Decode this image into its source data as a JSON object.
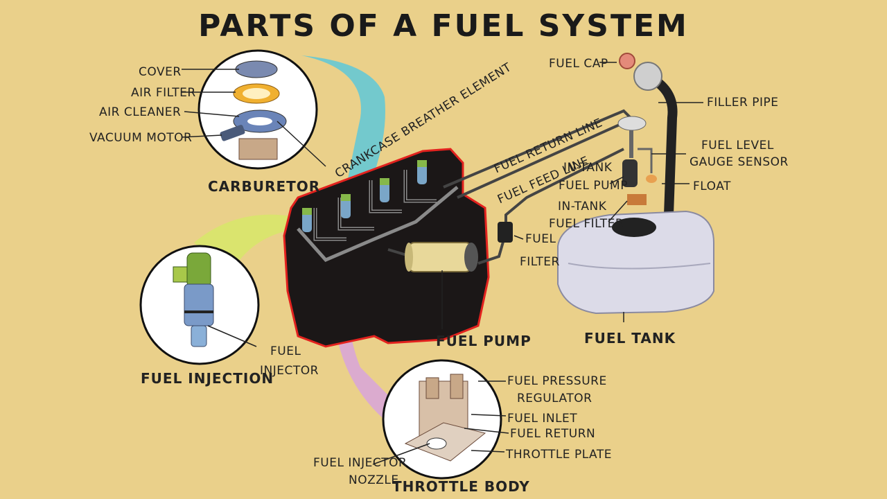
{
  "title": "PARTS OF A FUEL SYSTEM",
  "labels": {
    "cover": "COVER",
    "air_filter": "AIR FILTER",
    "air_cleaner": "AIR CLEANER",
    "vacuum_motor": "VACUUM MOTOR",
    "carburetor": "CARBURETOR",
    "crankcase": "CRANKCASE BREATHER ELEMENT",
    "fuel_return_line": "FUEL RETURN LINE",
    "fuel_feed_line": "FUEL FEED LINE",
    "fuel_cap": "FUEL CAP",
    "filler_pipe": "FILLER PIPE",
    "fuel_level_1": "FUEL LEVEL",
    "fuel_level_2": "GAUGE SENSOR",
    "in_tank_pump_1": "IN-TANK",
    "in_tank_pump_2": "FUEL PUMP",
    "float": "FLOAT",
    "in_tank_filter_1": "IN-TANK",
    "in_tank_filter_2": "FUEL FILTER",
    "fuel_filter_1": "FUEL",
    "fuel_filter_2": "FILTER",
    "fuel_pump": "FUEL PUMP",
    "fuel_tank": "FUEL TANK",
    "fuel_injector_1": "FUEL",
    "fuel_injector_2": "INJECTOR",
    "fuel_injection": "FUEL INJECTION",
    "pressure_regulator_1": "FUEL PRESSURE",
    "pressure_regulator_2": "REGULATOR",
    "fuel_inlet": "FUEL INLET",
    "fuel_return": "FUEL RETURN",
    "throttle_plate": "THROTTLE PLATE",
    "injector_nozzle_1": "FUEL INJECTOR",
    "injector_nozzle_2": "NOZZLE",
    "throttle_body": "THROTTLE BODY"
  }
}
